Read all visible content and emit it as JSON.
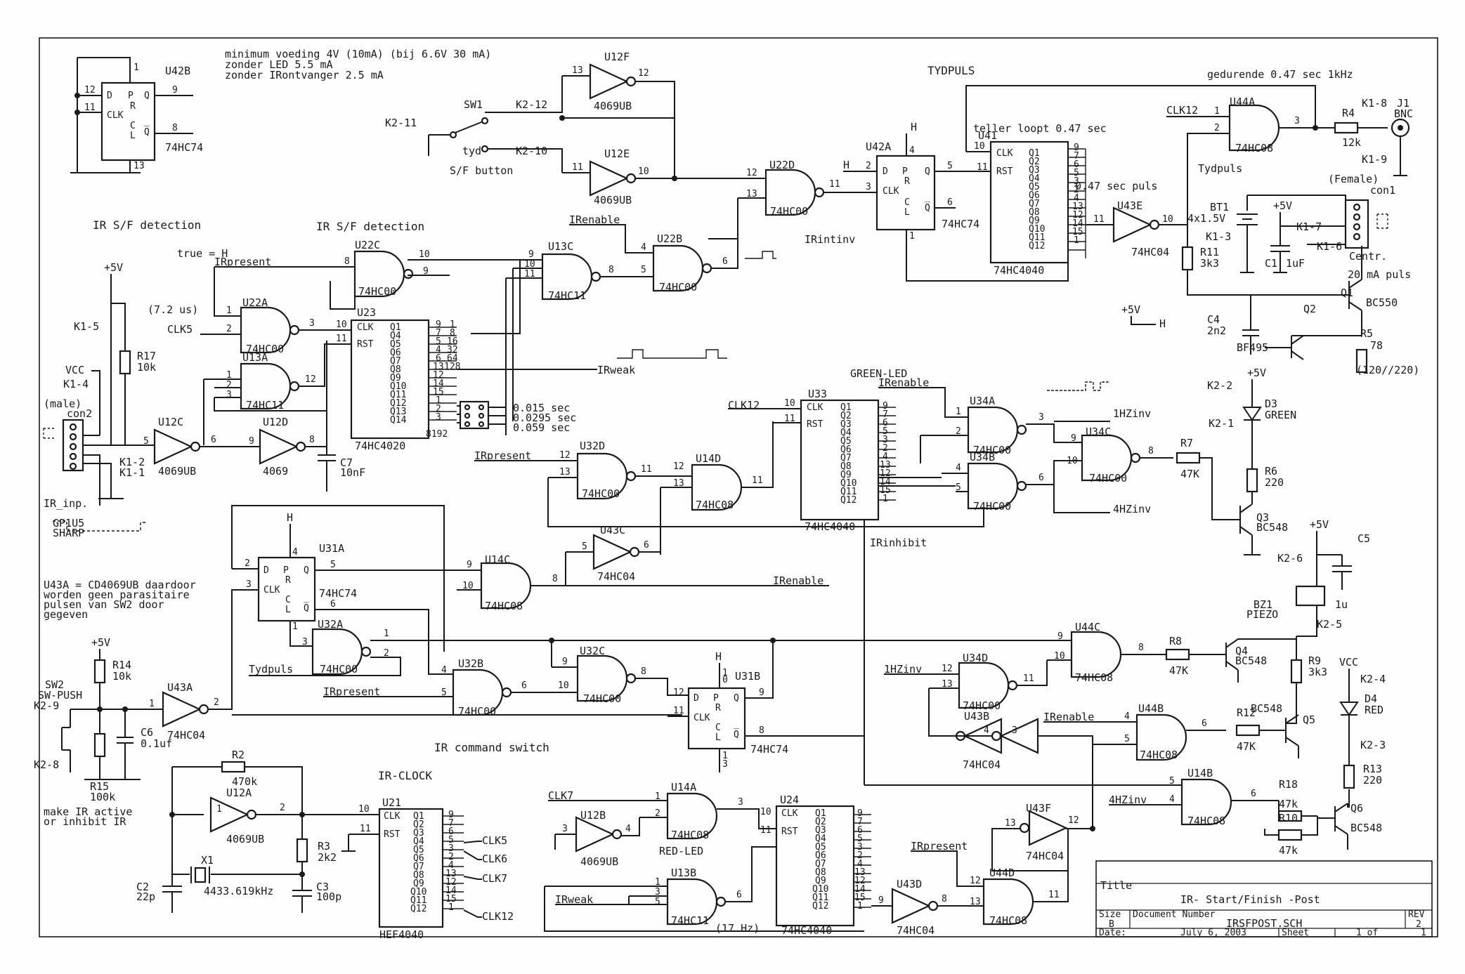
{
  "notes": {
    "line1": "minimum voeding 4V (10mA)  (bij 6.6V 30 mA)",
    "line2": "zonder LED 5.5 mA",
    "line3": "zonder IRontvanger 2.5 mA",
    "tydpuls": "TYDPULS",
    "gedurende": "gedurende 0.47 sec 1kHz",
    "teller": "teller loopt 0.47 sec",
    "puls047": "0.47 sec puls",
    "ir_sf_left": "IR S/F detection",
    "ir_sf_center": "IR S/F detection",
    "true_h": "true = H",
    "us72": "(7.2 us)",
    "green_led": "GREEN-LED",
    "red_led": "RED-LED",
    "hz17": "(17 Hz)",
    "ir_cmd": "IR command switch",
    "ir_clock": "IR-CLOCK",
    "make_ir_1": "make IR active",
    "make_ir_2": "or inhibit IR",
    "u43a_1": "U43A = CD4069UB daardoor",
    "u43a_2": "worden geen parasitaire",
    "u43a_3": "pulsen van SW2 door",
    "u43a_4": "gegeven",
    "ma20": "20 mA puls",
    "sf_button": "S/F button",
    "tyd": "tyd"
  },
  "signals": {
    "irpresent": "IRpresent",
    "irenable": "IRenable",
    "irweak": "IRweak",
    "irintinv": "IRintinv",
    "irinhibit": "IRinhibit",
    "tydpuls": "Tydpuls",
    "hz1inv": "1HZinv",
    "hz4inv": "4HZinv",
    "clk5": "CLK5",
    "clk6": "CLK6",
    "clk7": "CLK7",
    "clk12": "CLK12",
    "h": "H",
    "vcc": "VCC",
    "p5v": "+5V",
    "times": {
      "t1": "0.015 sec",
      "t2": "0.0295 sec",
      "t3": "0.059 sec"
    }
  },
  "components": {
    "u42b": "U42B",
    "u42b_type": "74HC74",
    "u12f": "U12F",
    "u12f_type": "4069UB",
    "u12e": "U12E",
    "u12e_type": "4069UB",
    "sw1": "SW1",
    "k2_11": "K2-11",
    "k2_12": "K2-12",
    "k2_10": "K2-10",
    "u22d": "U22D",
    "u22d_type": "74HC00",
    "u42a": "U42A",
    "u42a_type": "74HC74",
    "u41": "U41",
    "u41_type": "74HC4040",
    "u44a": "U44A",
    "u44a_type": "74HC08",
    "r4": "R4",
    "r4_val": "12k",
    "k1_8": "K1-8",
    "k1_9": "K1-9",
    "j1": "J1",
    "bnc": "BNC",
    "female": "(Female)",
    "con1": "con1",
    "centr": "Centr.",
    "bt1": "BT1",
    "bt1_val": "4x1.5V",
    "c1": "C1",
    "c1_val": "1uF",
    "k1_3": "K1-3",
    "k1_7": "K1-7",
    "k1_6": "K1-6",
    "u43e": "U43E",
    "u43e_type": "74HC04",
    "r11": "R11",
    "r11_val": "3k3",
    "q1": "Q1",
    "q1_type": "BC550",
    "q2": "Q2",
    "q2_type": "BF495",
    "c4": "C4",
    "c4_val": "2n2",
    "r5": "R5",
    "r5_val": "78",
    "r5_alt": "(120//220)",
    "u22c": "U22C",
    "u22c_type": "74HC00",
    "u13c": "U13C",
    "u13c_type": "74HC11",
    "u22b": "U22B",
    "u22b_type": "74HC00",
    "u22a": "U22A",
    "u22a_type": "74HC00",
    "u13a": "U13A",
    "u13a_type": "74HC11",
    "u23": "U23",
    "u23_type": "74HC4020",
    "k1_5": "K1-5",
    "k1_4": "K1-4",
    "r17": "R17",
    "r17_val": "10k",
    "male": "(male)",
    "con2": "con2",
    "ir_inp": "IR_inp.",
    "gp1u5": "GP1U5",
    "sharp": "SHARP",
    "u12c": "U12C",
    "u12c_type": "4069UB",
    "u12d": "U12D",
    "u12d_type": "4069",
    "c7": "C7",
    "c7_val": "10nF",
    "k1_2": "K1-2",
    "k1_1": "K1-1",
    "u33": "U33",
    "u33_type": "74HC4040",
    "u34a": "U34A",
    "u34a_type": "74HC00",
    "u34b": "U34B",
    "u34b_type": "74HC00",
    "u34c": "U34C",
    "u34c_type": "74HC00",
    "u32d": "U32D",
    "u32d_type": "74HC00",
    "u14d": "U14D",
    "u14d_type": "74HC08",
    "r7": "R7",
    "r7_val": "47K",
    "r6": "R6",
    "r6_val": "220",
    "d3": "D3",
    "d3_type": "GREEN",
    "k2_2": "K2-2",
    "k2_1": "K2-1",
    "q3": "Q3",
    "q3_type": "BC548",
    "c5": "C5",
    "c5_val": "1u",
    "k2_6": "K2-6",
    "k2_5": "K2-5",
    "bz1": "BZ1",
    "piezo": "PIEZO",
    "u31a": "U31A",
    "u31a_type": "74HC74",
    "u14c": "U14C",
    "u14c_type": "74HC08",
    "u43c": "U43C",
    "u43c_type": "74HC04",
    "u32a": "U32A",
    "u32a_type": "74HC00",
    "u32b": "U32B",
    "u32b_type": "74HC00",
    "u32c": "U32C",
    "u32c_type": "74HC00",
    "u31b": "U31B",
    "u31b_type": "74HC74",
    "u44c": "U44C",
    "u44c_type": "74HC08",
    "r8": "R8",
    "r8_val": "47K",
    "q4": "Q4",
    "q4_type": "BC548",
    "r9": "R9",
    "r9_val": "3k3",
    "u34d": "U34D",
    "u34d_type": "74HC00",
    "u43b": "U43B",
    "u43b_type": "74HC04",
    "u44b": "U44B",
    "u44b_type": "74HC08",
    "r12": "R12",
    "r12_val": "47K",
    "q5": "Q5",
    "q5_type": "BC548",
    "d4": "D4",
    "d4_type": "RED",
    "k2_4": "K2-4",
    "k2_3": "K2-3",
    "r13": "R13",
    "r13_val": "220",
    "r14": "R14",
    "r14_val": "10k",
    "sw2": "SW2",
    "sw2_type": "SW-PUSH",
    "k2_9": "K2-9",
    "k2_8": "K2-8",
    "r15": "R15",
    "r15_val": "100k",
    "c6": "C6",
    "c6_val": "0.1uf",
    "u43a": "U43A",
    "u43a_type": "74HC04",
    "r2": "R2",
    "r2_val": "470k",
    "u12a": "U12A",
    "u12a_type": "4069UB",
    "r3": "R3",
    "r3_val": "2k2",
    "x1": "X1",
    "x1_val": "4433.619kHz",
    "c2": "C2",
    "c2_val": "22p",
    "c3": "C3",
    "c3_val": "100p",
    "u21": "U21",
    "u21_type": "HEF4040",
    "u12b": "U12B",
    "u12b_type": "4069UB",
    "u14a": "U14A",
    "u14a_type": "74HC08",
    "u13b": "U13B",
    "u13b_type": "74HC11",
    "u24": "U24",
    "u24_type": "74HC4040",
    "u43d": "U43D",
    "u43d_type": "74HC04",
    "u44d": "U44D",
    "u44d_type": "74HC08",
    "u43f": "U43F",
    "u43f_type": "74HC04",
    "u14b": "U14B",
    "u14b_type": "74HC08",
    "r18": "R18",
    "r18_val": "47k",
    "r10": "R10",
    "r10_val": "47k",
    "q6": "Q6",
    "q6_type": "BC548"
  },
  "title_block": {
    "title_label": "Title",
    "title": "IR- Start/Finish -Post",
    "size_label": "Size",
    "size": "B",
    "docnum_label": "Document Number",
    "docnum": "IRSFPOST.SCH",
    "rev_label": "REV",
    "rev": "2",
    "date_label": "Date:",
    "date": "July  6, 2003",
    "sheet_label": "Sheet",
    "sheet_of": "1 of",
    "sheet_total": "1"
  }
}
